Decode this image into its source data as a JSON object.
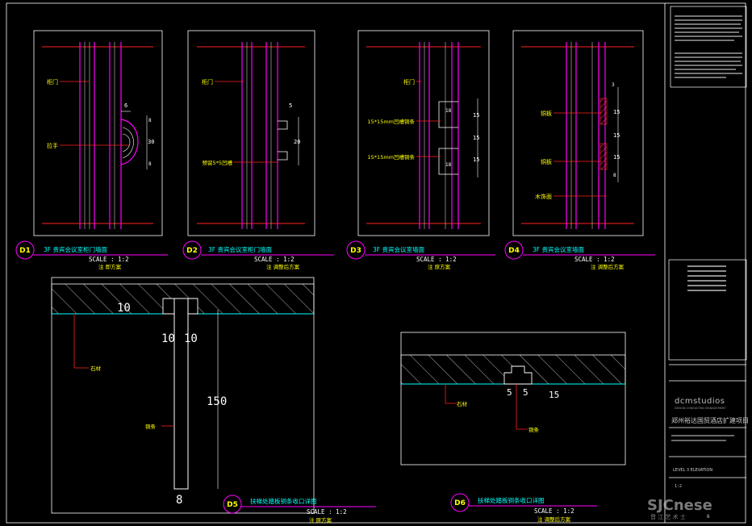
{
  "colors": {
    "wall": "#ff00ff",
    "frame": "#ffffff",
    "cut": "#ff2020",
    "leader": "#ff2020",
    "dim": "#ffffff",
    "title_cyan": "#00ffff",
    "title_magenta": "#ff00ff",
    "note_yellow": "#ffff00",
    "ground": "#00ffff"
  },
  "drawings": {
    "d1": {
      "tag": "D1",
      "title": "3F 贵宾会议室柜门墙面",
      "scale": "SCALE :    1:2",
      "note": "注  即方案",
      "labels": {
        "door": "柜门",
        "handle": "拉手"
      },
      "dims": {
        "w": "6",
        "h1": "8",
        "h2": "30",
        "h3": "8"
      }
    },
    "d2": {
      "tag": "D2",
      "title": "3F 贵宾会议室柜门墙面",
      "scale": "SCALE :    1:2",
      "note": "注  调整后方案",
      "labels": {
        "door": "柜门",
        "groove": "预留5*5凹槽"
      },
      "dims": {
        "w": "5",
        "h1": "20"
      }
    },
    "d3": {
      "tag": "D3",
      "title": "3F 贵宾会议室墙面",
      "scale": "SCALE :    1:2",
      "note": "注  原方案",
      "labels": {
        "door": "柜门",
        "strip1": "15*15mm凹槽铜条",
        "strip2": "15*15mm凹槽铜条"
      },
      "dims": {
        "w1": "18",
        "h1": "15",
        "h2": "15",
        "h3": "15",
        "w2": "18"
      }
    },
    "d4": {
      "tag": "D4",
      "title": "3F 贵宾会议室墙面",
      "scale": "SCALE :    1:2",
      "note": "注  调整后方案",
      "labels": {
        "copper1": "铜板",
        "copper2": "铜板",
        "wood": "木饰面"
      },
      "dims": {
        "w": "3",
        "h1": "15",
        "h2": "15",
        "h3": "15",
        "w2": "8"
      }
    },
    "d5": {
      "tag": "D5",
      "title": "扶梯处踏板铜条收口详图",
      "scale": "SCALE :    1:2",
      "note": "注  原方案",
      "labels": {
        "stone": "石材",
        "copper": "铜条"
      },
      "dims": {
        "top": "10",
        "w1": "10",
        "w2": "10",
        "h": "150",
        "bottom": "8"
      }
    },
    "d6": {
      "tag": "D6",
      "title": "扶梯处踏板铜条收口详图",
      "scale": "SCALE :    1:2",
      "note": "注  调整后方案",
      "labels": {
        "stone": "石材",
        "copper": "铜条"
      },
      "dims": {
        "a": "5",
        "b": "5",
        "c": "15"
      }
    }
  },
  "titleblock": {
    "company": "dcmstudios",
    "company_sub": "DESIGN CONSULTING MANAGEMENT",
    "project": "郑州裕达国贸酒店扩建项目",
    "sheet": "LEVEL 3 ELEVATION",
    "scale_val": "1:2",
    "sheet_no": "6"
  },
  "watermark": {
    "logo": "SJCnese",
    "sub": "晋  江  艺  术  士"
  }
}
